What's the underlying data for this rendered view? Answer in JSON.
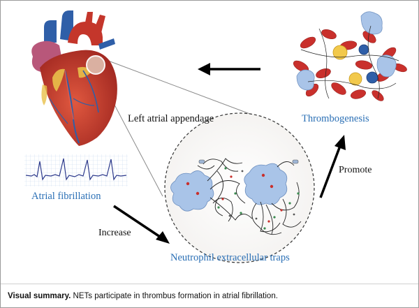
{
  "labels": {
    "left_atrial_appendage": "Left atrial appendage",
    "thrombogenesis": "Thrombogenesis",
    "atrial_fibrillation": "Atrial fibrillation",
    "increase": "Increase",
    "promote": "Promote",
    "nets": "Neutrophil extracellular traps"
  },
  "caption": {
    "title": "Visual summary.",
    "text": " NETs participate in thrombus formation in atrial fibrillation."
  },
  "colors": {
    "blue_label": "#2a6fb5",
    "arrow": "#000000",
    "heart_red": "#c0392b",
    "vessel_blue": "#2f5fa8",
    "cell_blue": "#a9c4e8",
    "rbc_red": "#c9302c",
    "ecg_line": "#2d3a8c"
  }
}
